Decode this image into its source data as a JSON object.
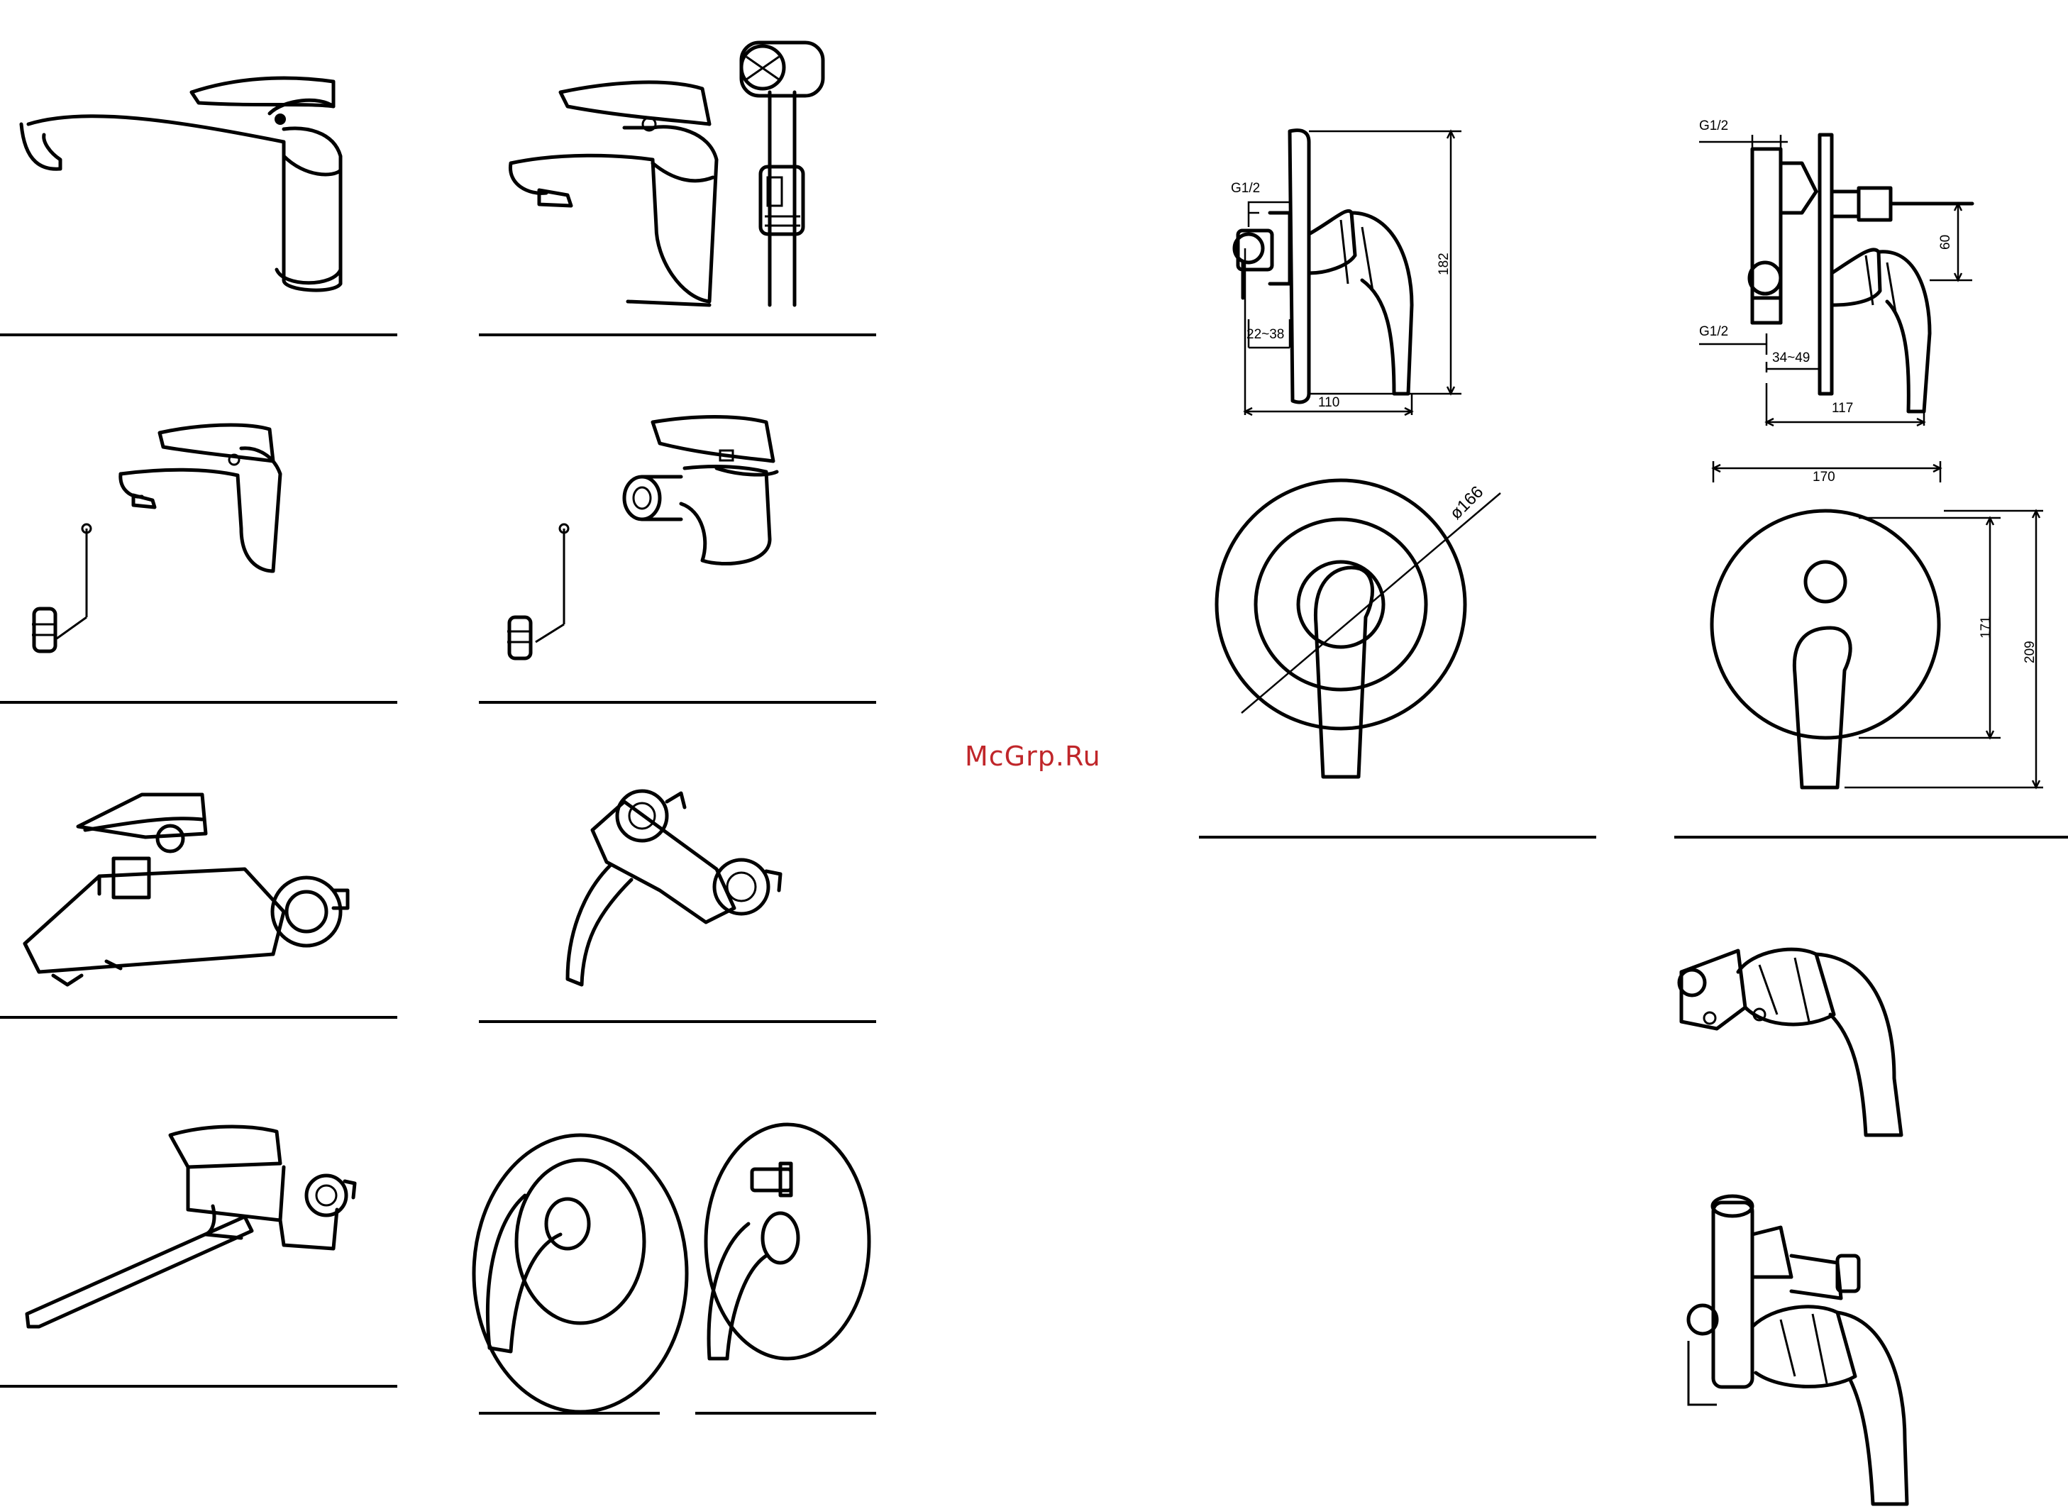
{
  "watermark": "McGrp.Ru",
  "dimensions_left": {
    "thread_top": "G1/2",
    "wall_range": "22~38",
    "depth": "110",
    "height": "182",
    "plate_diameter": "ø166"
  },
  "dimensions_right": {
    "thread_top": "G1/2",
    "thread_bottom": "G1/2",
    "wall_range": "34~49",
    "depth": "117",
    "offset": "60",
    "width": "170",
    "height_inner": "171",
    "height_outer": "209"
  },
  "colors": {
    "ink": "#000000",
    "watermark": "#c0262a"
  }
}
